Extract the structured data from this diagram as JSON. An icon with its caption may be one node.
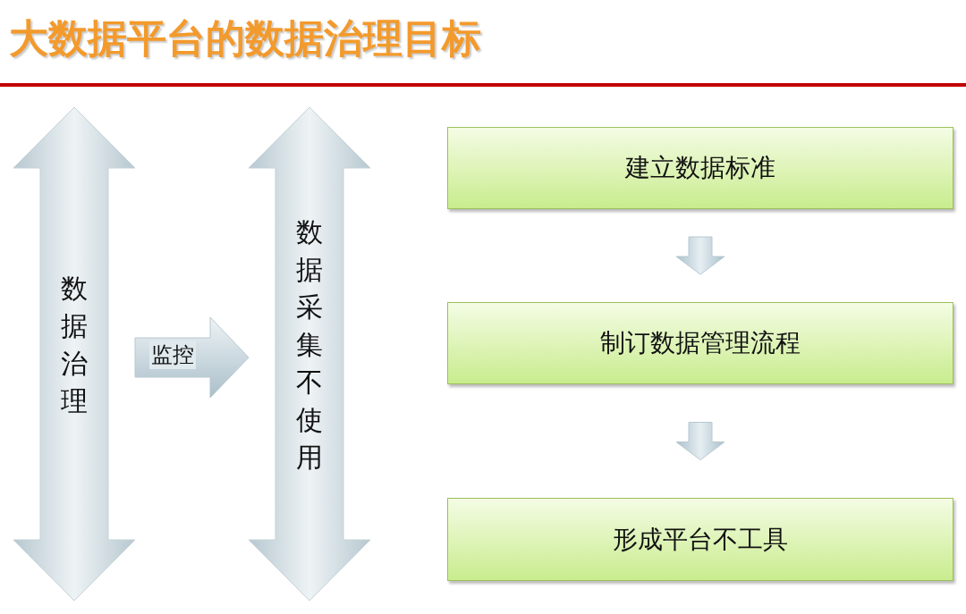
{
  "diagram": {
    "title": "大数据平台的数据治理目标",
    "nodes": [
      {
        "text": [
          "数据治理"
        ]
      },
      {
        "text": [
          "数据采集不使用"
        ]
      },
      {
        "text": [
          "建立数据标准"
        ]
      },
      {
        "text": [
          "制订数据管理流程"
        ]
      },
      {
        "text": [
          "形成平台不工具"
        ]
      }
    ],
    "edges": [
      {
        "from": 0,
        "to": 1,
        "arrow": "to",
        "label": "监控"
      },
      {
        "from": 2,
        "to": 3,
        "arrow": "to"
      },
      {
        "from": 3,
        "to": 4,
        "arrow": "to"
      }
    ]
  }
}
